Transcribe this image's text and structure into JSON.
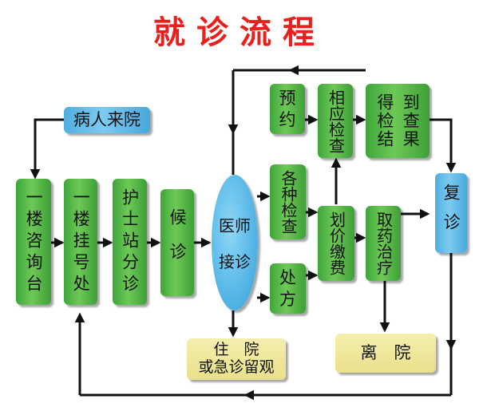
{
  "title": "就诊流程",
  "nodes": {
    "patient_arrives": "病人来院",
    "first_floor_inquiry": "一楼咨询台",
    "first_floor_registration": "一楼挂号处",
    "nurse_triage": "护士站分诊",
    "waiting": "候诊",
    "doctor_consult_line1": "医师",
    "doctor_consult_line2": "接诊",
    "appointment_line1": "预",
    "appointment_line2": "约",
    "related_exam": "相应检查",
    "get_results_col1": "得检结",
    "get_results_col2": "到查果",
    "various_exams": "各种检查",
    "prescription_line1": "处",
    "prescription_line2": "方",
    "pricing_payment": "划价缴费",
    "medicine_treatment": "取药治疗",
    "followup": "复诊",
    "hospitalize_line1": "住　院",
    "hospitalize_line2": "或急诊留观",
    "leave_hospital": "离　院"
  },
  "colors": {
    "title": "#e8211c",
    "step_green": "#5bbf4a",
    "patient_blue": "#6cc0ec",
    "exit_cream": "#efe79b",
    "arrow": "#111111"
  }
}
